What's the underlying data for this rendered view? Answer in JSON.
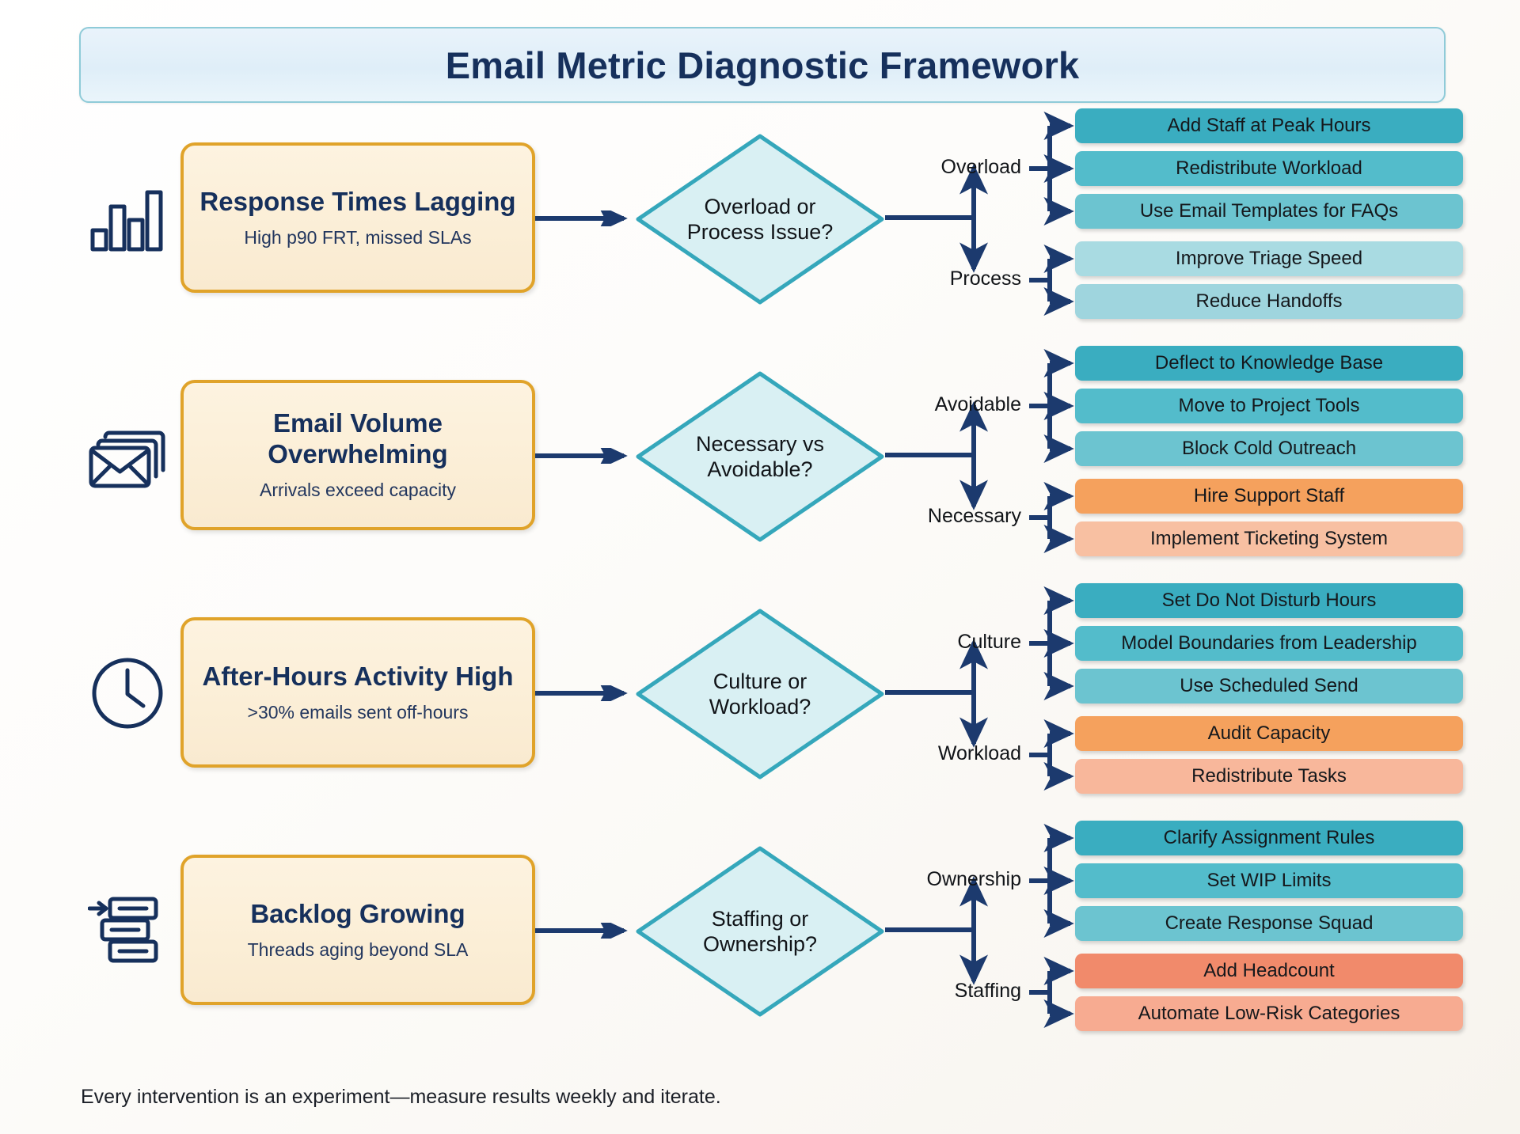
{
  "title": "Email Metric Diagnostic Framework",
  "footer": "Every intervention is an experiment—measure results weekly and iterate.",
  "colors": {
    "banner_bg": "#e4f0f9",
    "banner_border": "#8fcbd8",
    "title_text": "#16305c",
    "problem_border": "#e0a32a",
    "problem_bg": "#fbeed6",
    "diamond_fill": "#d9f0f3",
    "diamond_stroke": "#35a7bb",
    "arrow": "#1c3a6e",
    "teal_dark": "#3aadc0",
    "teal_mid": "#53bccb",
    "teal_light": "#7ec9d3",
    "teal_pale": "#a9dbe2",
    "orange_dark": "#f5a15d",
    "orange_light": "#f8c0a2",
    "coral_dark": "#f18a6b",
    "coral_light": "#f7ab91"
  },
  "rows": [
    {
      "icon": "bar-chart-icon",
      "problem": {
        "title": "Response Times Lagging",
        "subtitle": "High p90 FRT, missed SLAs"
      },
      "decision": "Overload or Process Issue?",
      "branches": [
        {
          "label": "Overload",
          "actions": [
            {
              "text": "Add Staff at Peak Hours",
              "color": "#3aadc0"
            },
            {
              "text": "Redistribute Workload",
              "color": "#53bccb"
            },
            {
              "text": "Use Email Templates for FAQs",
              "color": "#6cc4d0"
            }
          ]
        },
        {
          "label": "Process",
          "actions": [
            {
              "text": "Improve Triage Speed",
              "color": "#a9dbe2"
            },
            {
              "text": "Reduce Handoffs",
              "color": "#9fd5de"
            }
          ]
        }
      ]
    },
    {
      "icon": "stacked-envelopes-icon",
      "problem": {
        "title": "Email Volume Overwhelming",
        "subtitle": "Arrivals exceed capacity"
      },
      "decision": "Necessary vs Avoidable?",
      "branches": [
        {
          "label": "Avoidable",
          "actions": [
            {
              "text": "Deflect to Knowledge Base",
              "color": "#3aadc0"
            },
            {
              "text": "Move to Project Tools",
              "color": "#53bccb"
            },
            {
              "text": "Block Cold Outreach",
              "color": "#6cc4d0"
            }
          ]
        },
        {
          "label": "Necessary",
          "actions": [
            {
              "text": "Hire Support Staff",
              "color": "#f5a15d"
            },
            {
              "text": "Implement Ticketing System",
              "color": "#f8c0a2"
            }
          ]
        }
      ]
    },
    {
      "icon": "clock-icon",
      "problem": {
        "title": "After-Hours Activity High",
        "subtitle": ">30% emails sent off-hours"
      },
      "decision": "Culture or Workload?",
      "branches": [
        {
          "label": "Culture",
          "actions": [
            {
              "text": "Set Do Not Disturb Hours",
              "color": "#3aadc0"
            },
            {
              "text": "Model Boundaries from Leadership",
              "color": "#53bccb"
            },
            {
              "text": "Use Scheduled Send",
              "color": "#6cc4d0"
            }
          ]
        },
        {
          "label": "Workload",
          "actions": [
            {
              "text": "Audit Capacity",
              "color": "#f5a15d"
            },
            {
              "text": "Redistribute Tasks",
              "color": "#f8b79b"
            }
          ]
        }
      ]
    },
    {
      "icon": "backlog-icon",
      "problem": {
        "title": "Backlog Growing",
        "subtitle": "Threads aging beyond SLA"
      },
      "decision": "Staffing or Ownership?",
      "branches": [
        {
          "label": "Ownership",
          "actions": [
            {
              "text": "Clarify Assignment Rules",
              "color": "#3aadc0"
            },
            {
              "text": "Set WIP Limits",
              "color": "#53bccb"
            },
            {
              "text": "Create Response Squad",
              "color": "#6cc4d0"
            }
          ]
        },
        {
          "label": "Staffing",
          "actions": [
            {
              "text": "Add Headcount",
              "color": "#f18a6b"
            },
            {
              "text": "Automate Low-Risk Categories",
              "color": "#f7ab91"
            }
          ]
        }
      ]
    }
  ]
}
